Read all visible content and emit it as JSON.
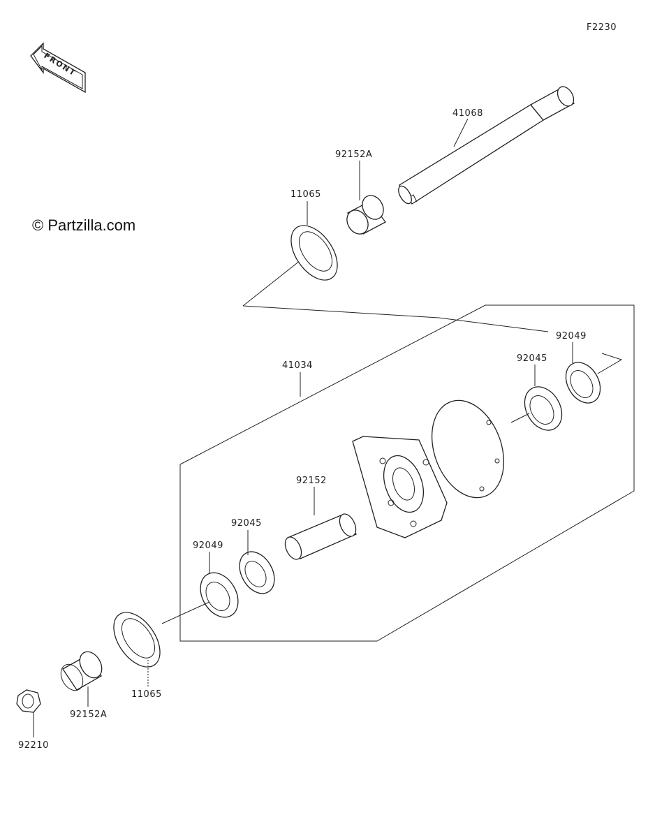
{
  "diagram_code": "F2230",
  "watermark": "© Partzilla.com",
  "front_badge": "FRONT",
  "callouts": {
    "axle": "41068",
    "collar_top": "92152A",
    "cover_top": "11065",
    "hub": "41034",
    "bearing_right": "92045",
    "seal_right": "92049",
    "spacer": "92152",
    "bearing_left": "92045",
    "seal_left": "92049",
    "cover_bottom": "11065",
    "collar_bottom": "92152A",
    "nut": "92210"
  }
}
